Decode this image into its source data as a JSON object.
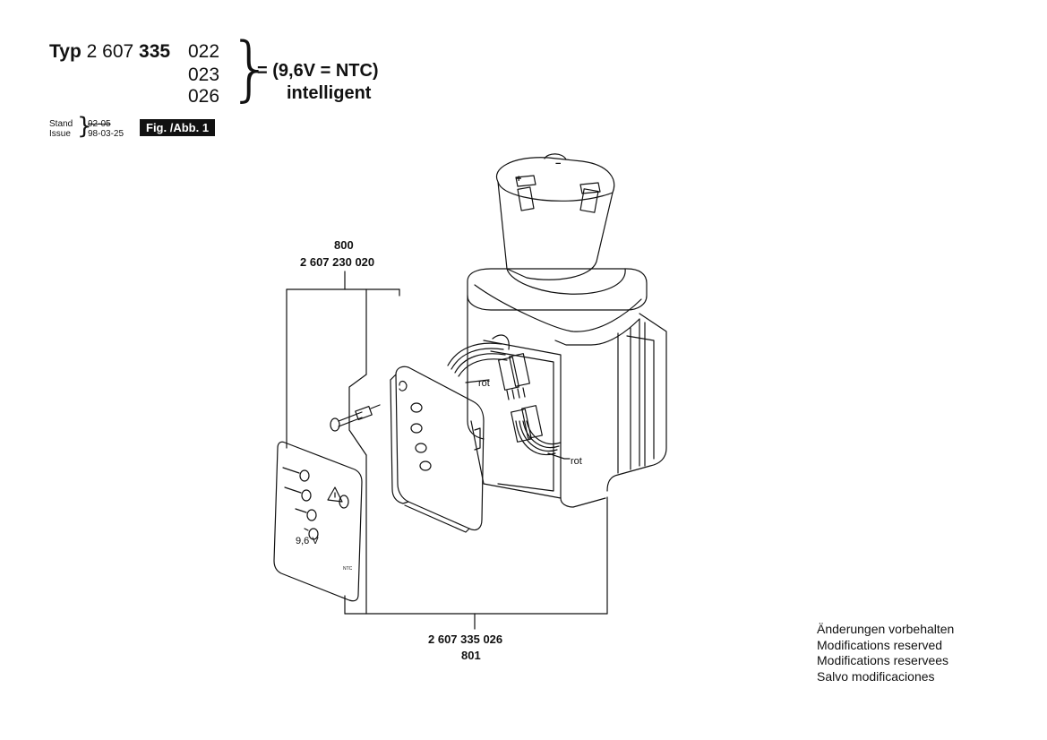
{
  "header": {
    "typ_label": "Typ",
    "typ_prefix": "2 607",
    "typ_bold": "335",
    "suffixes": [
      "022",
      "023",
      "026"
    ],
    "equals_line": "= (9,6V = NTC)",
    "intelligent": "intelligent"
  },
  "stand": {
    "stand_label": "Stand",
    "issue_label": "Issue",
    "old_date": "92-05",
    "new_date": "98-03-25"
  },
  "figure_tag": "Fig. /Abb. 1",
  "parts": {
    "p800_num": "800",
    "p800_code": "2 607 230 020",
    "p801_code": "2 607 335 026",
    "p801_num": "801"
  },
  "labels": {
    "rot_1": "rot",
    "rot_2": "rot",
    "voltage": "9,6 V",
    "ntc": "NTC",
    "plus": "+",
    "minus": "−"
  },
  "notes": [
    "Änderungen vorbehalten",
    "Modifications reserved",
    "Modifications reservees",
    "Salvo modificaciones"
  ]
}
